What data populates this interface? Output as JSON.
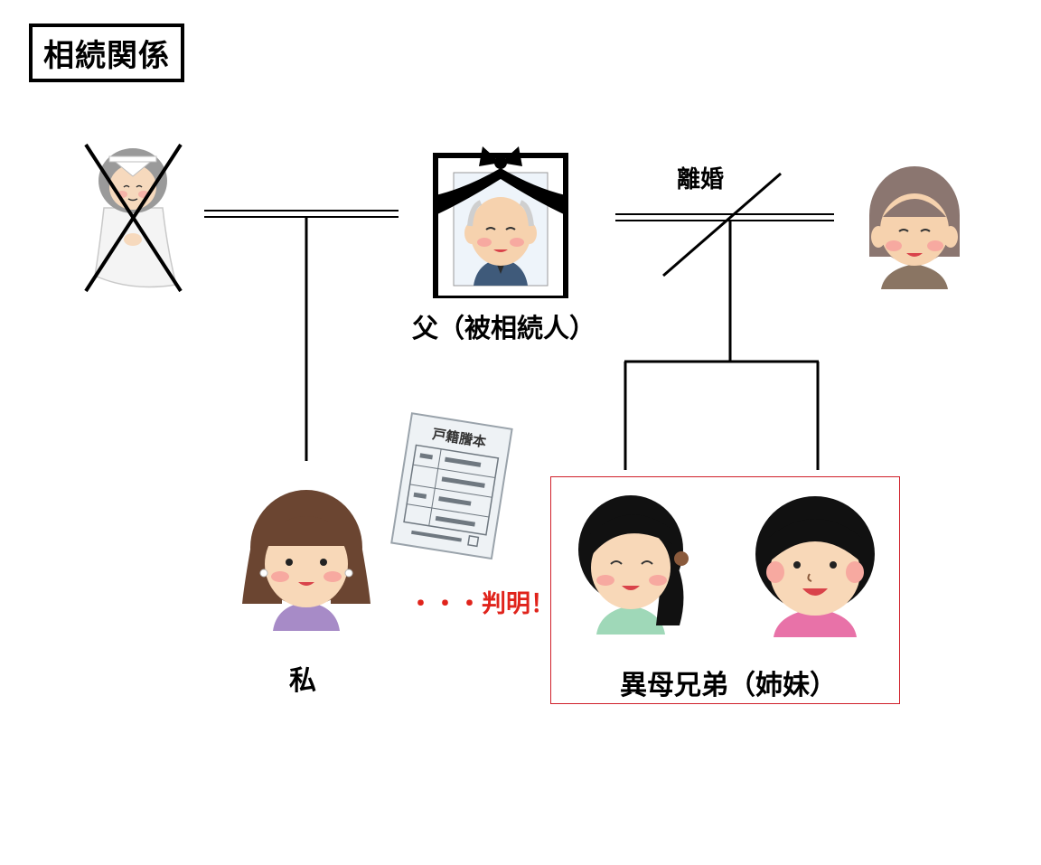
{
  "title": "相続関係",
  "labels": {
    "father": "父（被相続人）",
    "divorce": "離婚",
    "me": "私",
    "siblings": "異母兄弟（姉妹）",
    "found": "・・・判明！"
  },
  "document": {
    "title": "戸籍謄本"
  },
  "colors": {
    "found_text": "#e0231b",
    "siblings_border": "#d0202a"
  }
}
